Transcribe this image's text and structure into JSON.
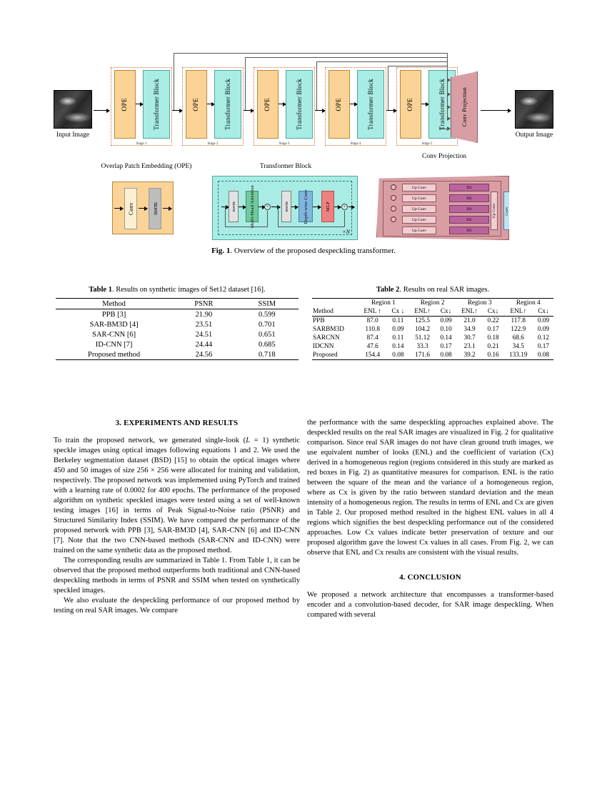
{
  "figure": {
    "caption_label": "Fig. 1",
    "caption_text": ". Overview of the proposed despeckling transformer.",
    "input_image_label": "Input Image",
    "output_image_label": "Output Image",
    "stages": [
      {
        "name": "Stage 1",
        "ope": "OPE",
        "block": "Transformer Block"
      },
      {
        "name": "Stage 2",
        "ope": "OPE",
        "block": "Transformer Block"
      },
      {
        "name": "Stage 3",
        "ope": "OPE",
        "block": "Transformer Block"
      },
      {
        "name": "Stage 4",
        "ope": "OPE",
        "block": "Transformer Block"
      },
      {
        "name": "Stage 5",
        "ope": "OPE",
        "block": "Transformer Block"
      }
    ],
    "conv_projection_label": "Conv Projection",
    "detail_titles": {
      "ope": "Overlap Patch Embedding (OPE)",
      "transformer": "Transformer Block",
      "conv_projection": "Conv Projection"
    },
    "ope_detail": {
      "conv": "Conv",
      "norm": "norm"
    },
    "transformer_detail": {
      "norm1": "norm",
      "attention": "Multi-Head Attention",
      "norm2": "norm",
      "dwconv": "Depth-wise Conv",
      "mlp": "MLP",
      "repeat": "×N",
      "add": "+"
    },
    "conv_projection_detail": {
      "up_conv": "Up Conv",
      "residual_block": "RB",
      "final_up_conv": "Up Conv",
      "final_conv": "Conv",
      "rows": 5
    },
    "colors": {
      "ope": "#fbd396",
      "transformer": "#a8ece3",
      "conv_projection": "#d99ea3",
      "attention": "#72c9a0",
      "dwconv": "#7fb6de",
      "mlp": "#ef8080",
      "residual_block": "#b9649b"
    }
  },
  "table1": {
    "caption_label": "Table 1",
    "caption_text": ". Results on synthetic images of Set12 dataset [16].",
    "headers": [
      "Method",
      "PSNR",
      "SSIM"
    ],
    "rows": [
      {
        "method": "PPB [3]",
        "psnr": "21.90",
        "ssim": "0.599",
        "bold": false
      },
      {
        "method": "SAR-BM3D [4]",
        "psnr": "23.51",
        "ssim": "0.701",
        "bold": false
      },
      {
        "method": "SAR-CNN [6]",
        "psnr": "24.51",
        "ssim": "0.651",
        "bold": false
      },
      {
        "method": "ID-CNN [7]",
        "psnr": "24.44",
        "ssim": "0.685",
        "bold": false
      },
      {
        "method": "Proposed method",
        "psnr": "24.56",
        "ssim": "0.718",
        "bold": true
      }
    ]
  },
  "table2": {
    "caption_label": "Table 2",
    "caption_text": ". Results on real SAR images.",
    "method_header": "Method",
    "region_headers": [
      "Region 1",
      "Region 2",
      "Region 3",
      "Region 4"
    ],
    "metric_headers": [
      "ENL ↑",
      "Cx ↓",
      "ENL↑",
      "Cx↓",
      "ENL↑",
      "Cx↓",
      "ENL↑",
      "Cx↓"
    ],
    "rows": [
      {
        "method": "PPB",
        "values": [
          "87.0",
          "0.11",
          "125.5",
          "0.09",
          "21.0",
          "0.22",
          "117.8",
          "0.09"
        ],
        "bold": false
      },
      {
        "method": "SARBM3D",
        "values": [
          "110.8",
          "0.09",
          "104.2",
          "0.10",
          "34.9",
          "0.17",
          "122.9",
          "0.09"
        ],
        "bold": false
      },
      {
        "method": "SARCNN",
        "values": [
          "87.4",
          "0.11",
          "51.12",
          "0.14",
          "30.7",
          "0.18",
          "68.6",
          "0.12"
        ],
        "bold": false
      },
      {
        "method": "IDCNN",
        "values": [
          "47.6",
          "0.14",
          "33.3",
          "0.17",
          "23.1",
          "0.21",
          "34.5",
          "0.17"
        ],
        "bold": false
      },
      {
        "method": "Proposed",
        "values": [
          "154.4",
          "0.08",
          "171.6",
          "0.08",
          "39.2",
          "0.16",
          "133.19",
          "0.08"
        ],
        "bold": true
      }
    ]
  },
  "sections": {
    "experiments_heading": "3.  EXPERIMENTS AND RESULTS",
    "conclusion_heading": "4.  CONCLUSION"
  },
  "left_column": {
    "p1_a": "To train the proposed network, we generated single-look (",
    "p1_italic_L": "L",
    "p1_b": " = 1) synthetic speckle images using optical images following equations 1 and 2. We used the Berkeley segmentation dataset (BSD) [15] to obtain the optical images where 450 and 50 images of size 256 × 256 were allocated for training and validation, respectively. The proposed network was implemented using PyTorch and trained with a learning rate of 0.0002 for 400 epochs. The performance of the proposed algorithm on synthetic speckled images were tested using a set of well-known testing images [16] in terms of Peak Signal-to-Noise ratio (PSNR) and Structured Similarity Index (SSIM). We have compared the performance of the proposed network with PPB [3], SAR-BM3D [4], SAR-CNN [6] and ID-CNN [7]. Note that the two CNN-based methods (SAR-CNN and ID-CNN) were trained on the same synthetic data as the proposed method.",
    "p2": "The corresponding results are summarized in Table 1. From Table 1, it can be observed that the proposed method outperforms both traditional and CNN-based despeckling methods in terms of PSNR and SSIM when tested on synthetically speckled images.",
    "p3": "We also evaluate the despeckling performance of our proposed method by testing on real SAR images. We compare"
  },
  "right_column": {
    "p1": "the performance with the same despeckling approaches explained above. The despeckled results on the real SAR images are visualized in Fig. 2 for qualitative comparison. Since real SAR images do not have clean ground truth images, we use equivalent number of looks (ENL) and the coefficient of variation (Cx) derived in a homogeneous region (regions considered in this study are marked as red boxes in Fig. 2) as quantitative measures for comparison. ENL is the ratio between the square of the mean and the variance of a homogeneous region, where as Cx is given by the ratio between standard deviation and the mean intensity of a homogeneous region. The results in terms of ENL and Cx are given in Table 2. Our proposed method resulted in the highest ENL values in all 4 regions which signifies the best despeckling performance out of the considered approaches. Low Cx values indicate better preservation of texture and our proposed algorithm gave the lowest Cx values in all cases. From Fig. 2, we can observe that ENL and Cx results are consistent with the visual results.",
    "p2": "We proposed a network architecture that encompasses a transformer-based encoder and a convolution-based decoder, for SAR image despeckling. When compared with several"
  }
}
